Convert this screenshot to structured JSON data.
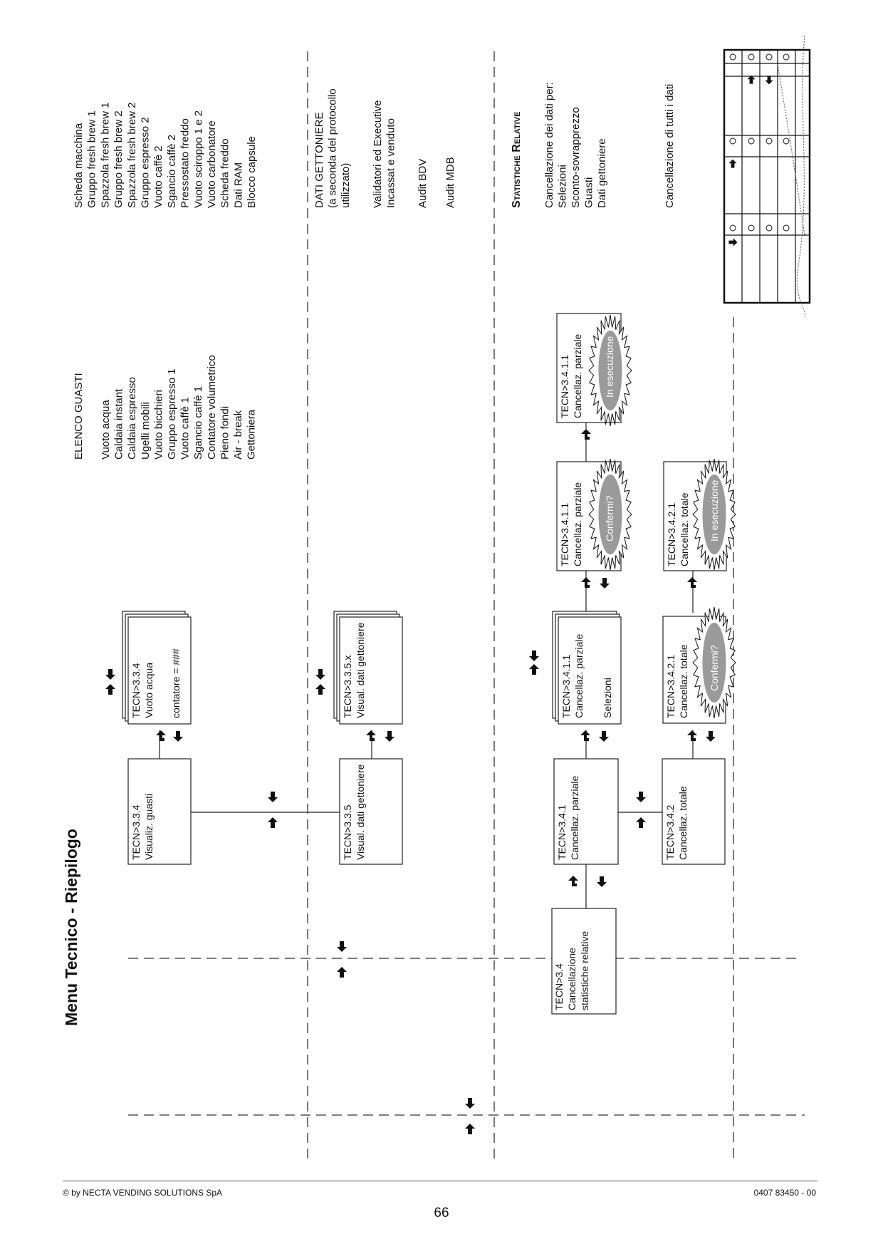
{
  "title": "Menu  Tecnico - Riepilogo",
  "footer": {
    "copyright": "© by NECTA VENDING SOLUTIONS SpA",
    "page_number": "66",
    "doc_code": "0407 83450 - 00"
  },
  "boxes": {
    "b334": {
      "l1": "TECN>3.3.4",
      "l2": "Visualiz.  guasti"
    },
    "b334b": {
      "l1": "TECN>3.3.4",
      "l2": "Vuoto acqua",
      "l3": "contatore  =     ###"
    },
    "b335": {
      "l1": "TECN>3.3.5",
      "l2": "Visual. dati gettoniere"
    },
    "b335x": {
      "l1": "TECN>3.3.5.x",
      "l2": "Visual. dati gettoniere"
    },
    "b34": {
      "l1": "TECN>3.4",
      "l2": "Cancellazione",
      "l3": "statistiche relative"
    },
    "b341": {
      "l1": "TECN>3.4.1",
      "l2": "Cancellaz. parziale"
    },
    "b3411": {
      "l1": "TECN>3.4.1.1",
      "l2": "Cancellaz.  parziale",
      "l3": "Selezioni"
    },
    "b3411c": {
      "l1": "TECN>3.4.1.1",
      "l2": "Cancellaz. parziale",
      "burst": "Confermi?"
    },
    "b3411e": {
      "l1": "TECN>3.4.1.1",
      "l2": "Cancellaz. parziale",
      "burst": "In esecuzione"
    },
    "b342": {
      "l1": "TECN>3.4.2",
      "l2": "Cancellaz. totale"
    },
    "b3421": {
      "l1": "TECN>3.4.2.1",
      "l2": "Cancellaz. totale",
      "burst": "Confermi?"
    },
    "b3421e": {
      "l1": "TECN>3.4.2.1",
      "l2": "Cancellaz. totale",
      "burst": "In esecuzione"
    }
  },
  "lists": {
    "scheda": [
      "Scheda macchina",
      "Gruppo fresh brew 1",
      "Spazzola fresh brew 1",
      "Gruppo fresh brew 2",
      "Spazzola fresh brew 2",
      "Gruppo espresso 2",
      "Vuoto caffè 2",
      "Sgancio caffè 2",
      "Pressostato freddo",
      "Vuoto sciroppo 1 e 2",
      "Vuoto carbonatore",
      "Scheda freddo",
      "Dati RAM",
      "Blocco capsule"
    ],
    "guasti_title": "ELENCO GUASTI",
    "guasti": [
      "Vuoto acqua",
      "Caldaia instant",
      "Caldaia espresso",
      "Ugelli mobili",
      "Vuoto bicchieri",
      "Gruppo espresso 1",
      "Vuoto caffè 1",
      "Sgancio caffè 1",
      "Contatore volumetrico",
      "Pieno fondi",
      "Air - break",
      "Gettoniera"
    ],
    "gettoniere": [
      "DATI GETTONIERE",
      "(a seconda del protocollo",
      "utilizzato)"
    ],
    "validatori": [
      "Validatori ed Executive",
      "Incassat e venduto"
    ],
    "audit_bdv": "Audit BDV",
    "audit_mdb": "Audit MDB",
    "stat_title": "Statistiche Relative",
    "stat": [
      "Cancellazione dei dati per:",
      "Selezioni",
      "Sconto-sovrapprezzo",
      "Guasti",
      "Dati gettoniere"
    ],
    "cancel_all": "Cancellazione di tutti i dati"
  },
  "icons": [
    "arrow-right-icon",
    "arrow-left-icon",
    "arrow-up-icon",
    "arrow-down-icon",
    "return-arrow-icon",
    "keypad-icon"
  ]
}
